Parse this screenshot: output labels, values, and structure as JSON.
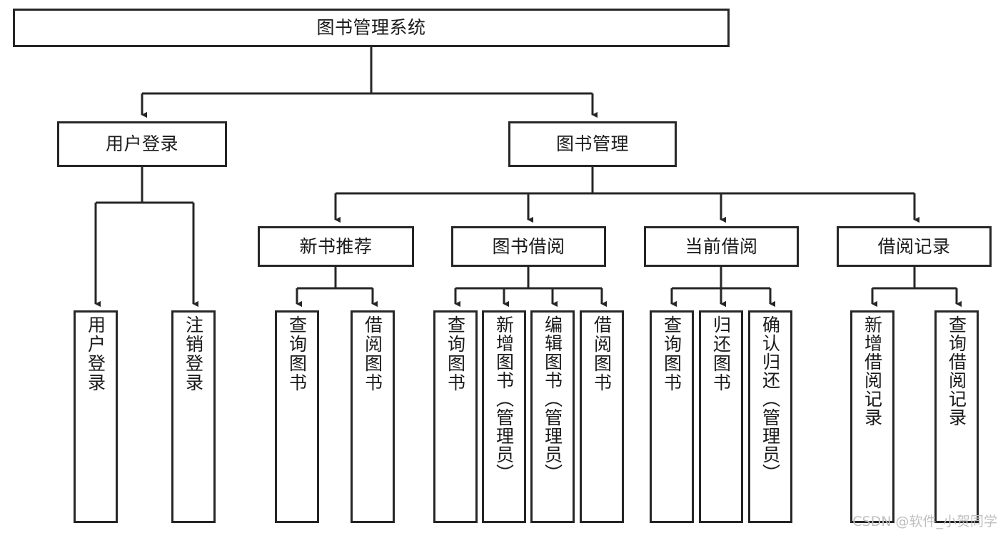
{
  "diagram": {
    "title": "图书管理系统",
    "type": "tree-hierarchy",
    "watermark": "CSDN @软件_小贺同学",
    "colors": {
      "stroke": "#262626",
      "fill": "#ffffff",
      "text": "#1a1a1a",
      "watermark": "#bfbfbf"
    },
    "levels": {
      "root": {
        "label": "图书管理系统"
      },
      "level2": [
        {
          "label": "用户登录"
        },
        {
          "label": "图书管理"
        }
      ],
      "level3": [
        {
          "label": "新书推荐"
        },
        {
          "label": "图书借阅"
        },
        {
          "label": "当前借阅"
        },
        {
          "label": "借阅记录"
        }
      ],
      "leaves": {
        "user_login": [
          {
            "label": "用户登录"
          },
          {
            "label": "注销登录"
          }
        ],
        "new_book": [
          {
            "label": "查询图书"
          },
          {
            "label": "借阅图书"
          }
        ],
        "borrow": [
          {
            "label": "查询图书"
          },
          {
            "label": "新增图书（管理员）"
          },
          {
            "label": "编辑图书（管理员）"
          },
          {
            "label": "借阅图书"
          }
        ],
        "current": [
          {
            "label": "查询图书"
          },
          {
            "label": "归还图书"
          },
          {
            "label": "确认归还（管理员）"
          }
        ],
        "records": [
          {
            "label": "新增借阅记录"
          },
          {
            "label": "查询借阅记录"
          }
        ]
      }
    }
  }
}
